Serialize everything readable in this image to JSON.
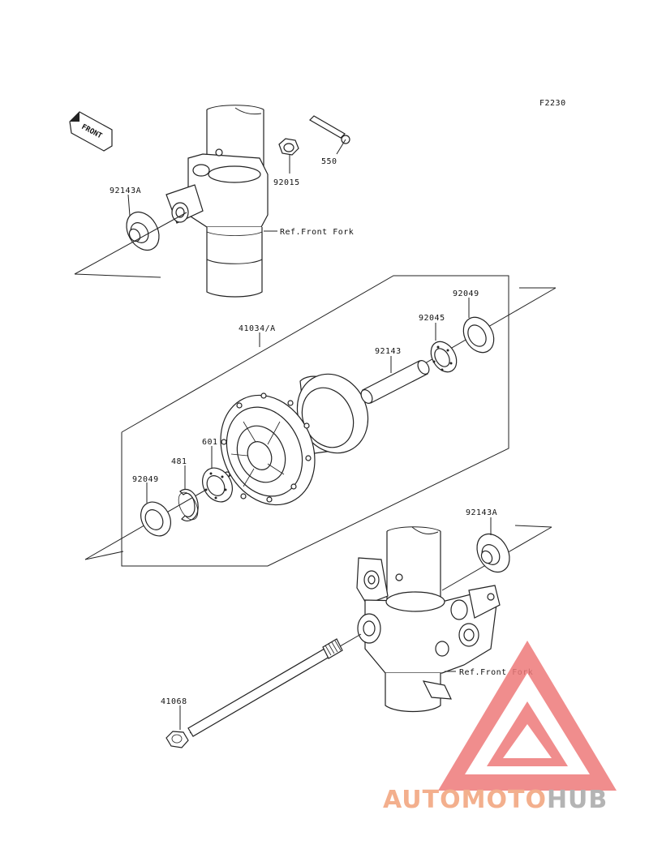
{
  "figure_code": "F2230",
  "front_badge": "FRONT",
  "callouts": {
    "p550": "550",
    "p92015": "92015",
    "p92143A_top": "92143A",
    "ref_top": "Ref.Front Fork",
    "p41034A": "41034/A",
    "p92049_right": "92049",
    "p92045": "92045",
    "p92143": "92143",
    "p601": "601",
    "p481": "481",
    "p92049_left": "92049",
    "p92143A_bottom": "92143A",
    "ref_bottom": "Ref.Front Fork",
    "p41068": "41068"
  },
  "watermark": {
    "part1": "AUTOMOTO",
    "part2": "HUB",
    "color_primary": "#f2a27a",
    "color_secondary": "#a8a8a8",
    "color_triangle": "#ee7a7a"
  }
}
